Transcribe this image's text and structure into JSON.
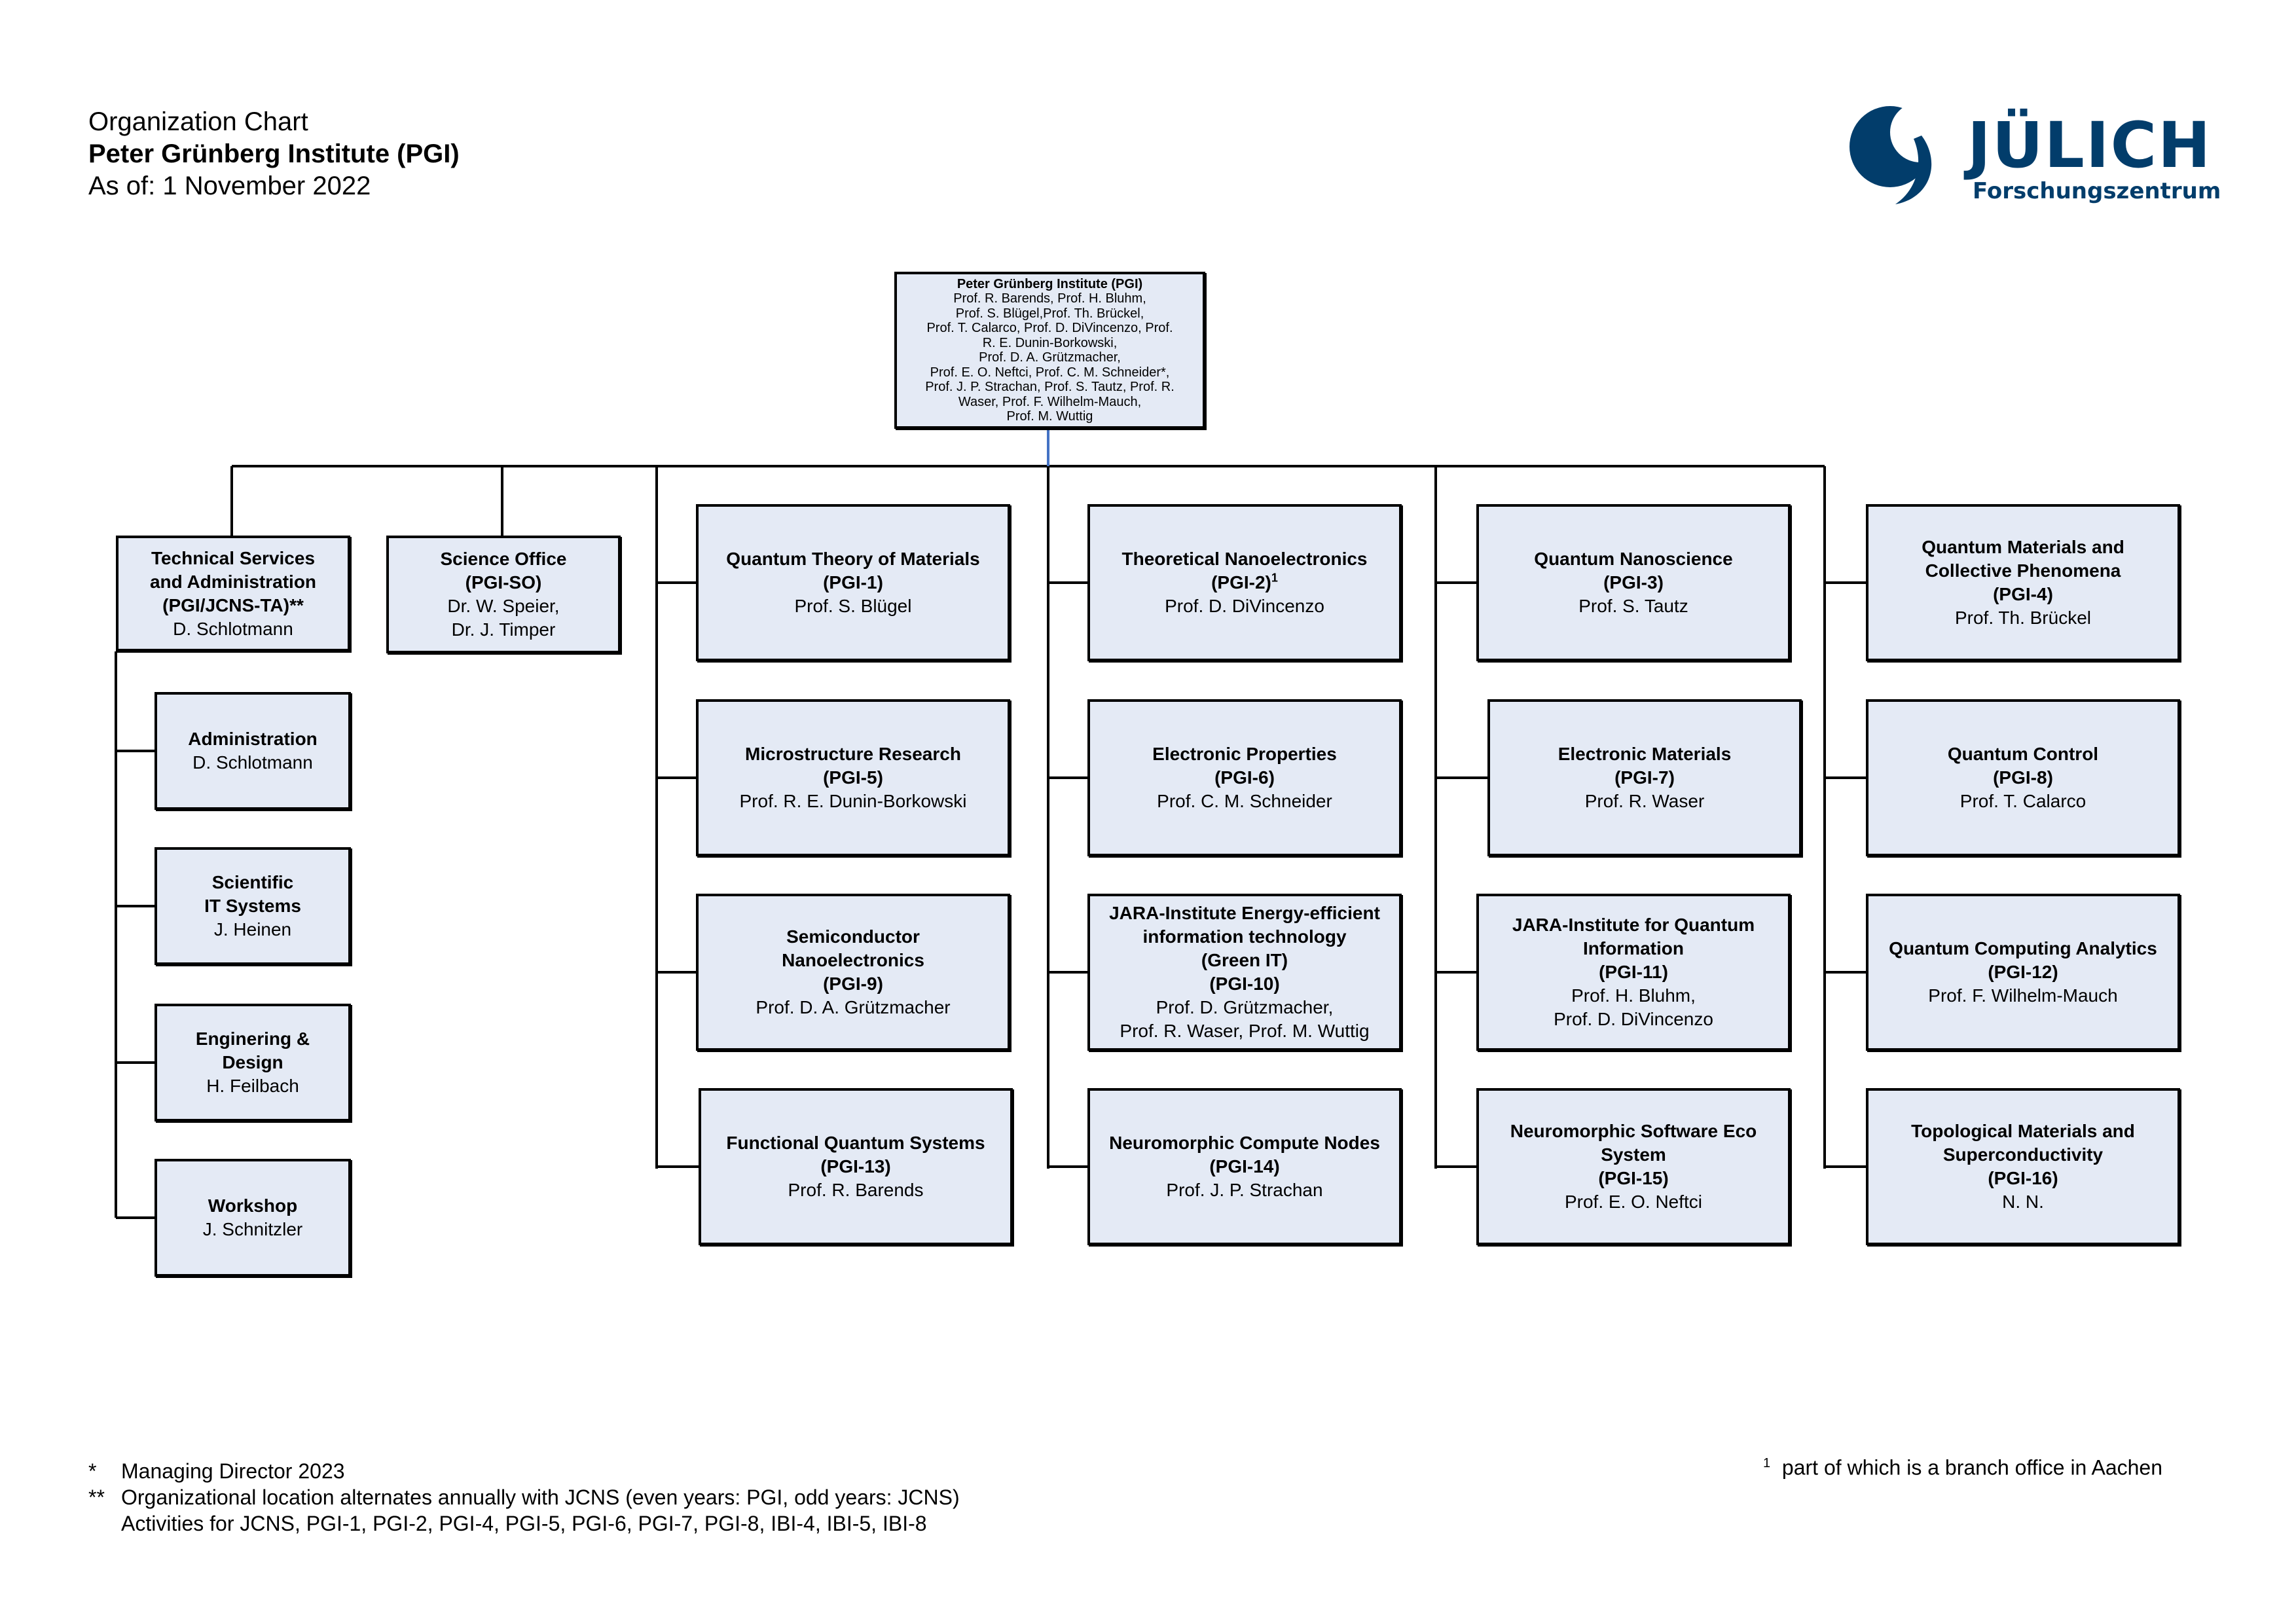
{
  "header": {
    "line1": "Organization Chart",
    "line2": "Peter Grünberg Institute (PGI)",
    "line3": "As of: 1 November 2022"
  },
  "logo": {
    "wordmark": "JÜLICH",
    "subtitle": "Forschungszentrum",
    "color": "#023d6b"
  },
  "colors": {
    "box_fill": "#e4eaf5",
    "root_connector": "#4472c4"
  },
  "root": {
    "title": "Peter Grünberg Institute (PGI)",
    "lines": [
      "Prof. R. Barends, Prof. H. Bluhm,",
      "Prof. S. Blügel,Prof. Th. Brückel,",
      "Prof. T. Calarco, Prof. D. DiVincenzo, Prof.",
      "R. E. Dunin-Borkowski,",
      "Prof. D. A. Grützmacher,",
      "Prof. E. O. Neftci, Prof. C. M. Schneider*,",
      "Prof. J. P. Strachan, Prof. S. Tautz, Prof. R.",
      "Waser, Prof. F. Wilhelm-Mauch,",
      "Prof. M. Wuttig"
    ]
  },
  "units": {
    "tsa": {
      "title": [
        "Technical Services",
        "and Administration",
        "(PGI/JCNS-TA)**"
      ],
      "names": [
        "D. Schlotmann"
      ]
    },
    "admin": {
      "title": [
        "Administration"
      ],
      "names": [
        "D. Schlotmann"
      ]
    },
    "itsys": {
      "title": [
        "Scientific",
        "IT Systems"
      ],
      "names": [
        "J. Heinen"
      ]
    },
    "engdes": {
      "title": [
        "Enginering &",
        "Design"
      ],
      "names": [
        "H. Feilbach"
      ]
    },
    "workshop": {
      "title": [
        "Workshop"
      ],
      "names": [
        "J. Schnitzler"
      ]
    },
    "so": {
      "title": [
        "Science Office",
        "(PGI-SO)"
      ],
      "names": [
        "Dr. W. Speier,",
        "Dr. J. Timper"
      ]
    },
    "pgi1": {
      "title": [
        "Quantum Theory of Materials",
        "(PGI-1)"
      ],
      "names": [
        "Prof. S. Blügel"
      ]
    },
    "pgi2": {
      "title": [
        "Theoretical Nanoelectronics",
        "(PGI-2)"
      ],
      "sup": "1",
      "names": [
        "Prof. D. DiVincenzo"
      ]
    },
    "pgi3": {
      "title": [
        "Quantum Nanoscience",
        "(PGI-3)"
      ],
      "names": [
        "Prof. S. Tautz"
      ]
    },
    "pgi4": {
      "title": [
        "Quantum Materials and",
        "Collective Phenomena",
        "(PGI-4)"
      ],
      "names": [
        "Prof. Th. Brückel"
      ]
    },
    "pgi5": {
      "title": [
        "Microstructure Research",
        "(PGI-5)"
      ],
      "names": [
        "Prof. R. E. Dunin-Borkowski"
      ]
    },
    "pgi6": {
      "title": [
        "Electronic Properties",
        "(PGI-6)"
      ],
      "names": [
        "Prof. C. M. Schneider"
      ]
    },
    "pgi7": {
      "title": [
        "Electronic Materials",
        "(PGI-7)"
      ],
      "names": [
        "Prof. R. Waser"
      ]
    },
    "pgi8": {
      "title": [
        "Quantum Control",
        "(PGI-8)"
      ],
      "names": [
        "Prof. T. Calarco"
      ]
    },
    "pgi9": {
      "title": [
        "Semiconductor",
        "Nanoelectronics",
        "(PGI-9)"
      ],
      "names": [
        "Prof. D. A. Grützmacher"
      ]
    },
    "pgi10": {
      "title": [
        "JARA-Institute Energy-efficient",
        "information technology",
        "(Green IT)",
        "(PGI-10)"
      ],
      "names": [
        "Prof. D. Grützmacher,",
        "Prof. R. Waser, Prof. M. Wuttig"
      ]
    },
    "pgi11": {
      "title": [
        "JARA-Institute for Quantum",
        "Information",
        "(PGI-11)"
      ],
      "names": [
        "Prof. H. Bluhm,",
        "Prof. D. DiVincenzo"
      ]
    },
    "pgi12": {
      "title": [
        "Quantum Computing Analytics",
        "(PGI-12)"
      ],
      "names": [
        "Prof. F. Wilhelm-Mauch"
      ]
    },
    "pgi13": {
      "title": [
        "Functional Quantum Systems",
        "(PGI-13)"
      ],
      "names": [
        "Prof. R. Barends"
      ]
    },
    "pgi14": {
      "title": [
        "Neuromorphic Compute Nodes",
        "(PGI-14)"
      ],
      "names": [
        "Prof. J. P. Strachan"
      ]
    },
    "pgi15": {
      "title": [
        "Neuromorphic Software Eco",
        "System",
        "(PGI-15)"
      ],
      "names": [
        "Prof. E. O. Neftci"
      ]
    },
    "pgi16": {
      "title": [
        "Topological Materials and",
        "Superconductivity",
        "(PGI-16)"
      ],
      "names": [
        "N. N."
      ]
    }
  },
  "footnotes": {
    "star_mark": "*",
    "star_text": "Managing Director 2023",
    "dstar_mark": "**",
    "dstar_text1": "Organizational location alternates annually with JCNS (even years: PGI, odd years: JCNS)",
    "dstar_text2": "Activities for JCNS, PGI-1, PGI-2, PGI-4, PGI-5, PGI-6, PGI-7, PGI-8, IBI-4, IBI-5, IBI-8",
    "one_mark": "1",
    "one_text": "part of which is a branch office in Aachen"
  }
}
